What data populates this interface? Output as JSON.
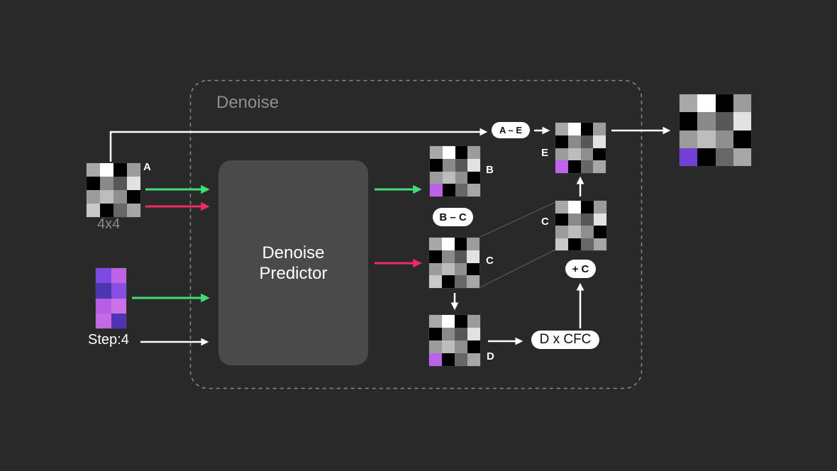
{
  "colors": {
    "background": "#292929",
    "container_border": "#8a8a8a",
    "container_label": "#8f8f8f",
    "predictor_fill": "#4a4a4a",
    "arrow_white": "#ffffff",
    "arrow_green": "#3fdd78",
    "arrow_pink": "#ee2a62",
    "pill_bg": "#ffffff",
    "pill_text": "#111111",
    "muted_text": "#8a8a8a",
    "connector": "#6e6e6e",
    "noise_purple": "#bb63e6",
    "output_purple": "#7340d8"
  },
  "labels": {
    "container": "Denoise",
    "predictor_line1": "Denoise",
    "predictor_line2": "Predictor",
    "input_size": "4x4",
    "step": "Step:4",
    "matrix_a": "A",
    "matrix_b": "B",
    "matrix_c": "C",
    "matrix_c_copy": "C",
    "matrix_d": "D",
    "matrix_e": "E"
  },
  "pills": {
    "a_minus_e": "A – E",
    "b_minus_c": "B – C",
    "plus_c": "+ C",
    "d_x_cfc": "D x CFC"
  },
  "grids": {
    "a": {
      "cells": [
        [
          "#a8a8a8",
          "#ffffff",
          "#000000",
          "#9c9c9c"
        ],
        [
          "#000000",
          "#8a8a8a",
          "#575757",
          "#e2e2e2"
        ],
        [
          "#9c9c9c",
          "#bcbcbc",
          "#8f8f8f",
          "#000000"
        ],
        [
          "#c9c9c9",
          "#000000",
          "#676767",
          "#a6a6a6"
        ]
      ]
    },
    "b": {
      "cells": [
        [
          "#a8a8a8",
          "#ffffff",
          "#000000",
          "#9c9c9c"
        ],
        [
          "#000000",
          "#8a8a8a",
          "#575757",
          "#e2e2e2"
        ],
        [
          "#9c9c9c",
          "#bcbcbc",
          "#8f8f8f",
          "#000000"
        ],
        [
          "#bb63e6",
          "#000000",
          "#676767",
          "#a6a6a6"
        ]
      ]
    },
    "c": {
      "cells": [
        [
          "#a8a8a8",
          "#ffffff",
          "#000000",
          "#9c9c9c"
        ],
        [
          "#000000",
          "#8a8a8a",
          "#575757",
          "#e2e2e2"
        ],
        [
          "#9c9c9c",
          "#bcbcbc",
          "#8f8f8f",
          "#000000"
        ],
        [
          "#c9c9c9",
          "#000000",
          "#676767",
          "#a6a6a6"
        ]
      ]
    },
    "c2": {
      "cells": [
        [
          "#a8a8a8",
          "#ffffff",
          "#000000",
          "#9c9c9c"
        ],
        [
          "#000000",
          "#8a8a8a",
          "#575757",
          "#e2e2e2"
        ],
        [
          "#9c9c9c",
          "#bcbcbc",
          "#8f8f8f",
          "#000000"
        ],
        [
          "#c9c9c9",
          "#000000",
          "#676767",
          "#a6a6a6"
        ]
      ]
    },
    "d": {
      "cells": [
        [
          "#a8a8a8",
          "#ffffff",
          "#000000",
          "#9c9c9c"
        ],
        [
          "#000000",
          "#8a8a8a",
          "#575757",
          "#e2e2e2"
        ],
        [
          "#9c9c9c",
          "#bcbcbc",
          "#8f8f8f",
          "#000000"
        ],
        [
          "#bb63e6",
          "#000000",
          "#676767",
          "#a6a6a6"
        ]
      ]
    },
    "e": {
      "cells": [
        [
          "#a8a8a8",
          "#ffffff",
          "#000000",
          "#9c9c9c"
        ],
        [
          "#000000",
          "#8a8a8a",
          "#575757",
          "#e2e2e2"
        ],
        [
          "#9c9c9c",
          "#bcbcbc",
          "#8f8f8f",
          "#000000"
        ],
        [
          "#bf63e8",
          "#000000",
          "#676767",
          "#a6a6a6"
        ]
      ]
    },
    "output": {
      "cells": [
        [
          "#a8a8a8",
          "#ffffff",
          "#000000",
          "#9c9c9c"
        ],
        [
          "#000000",
          "#8a8a8a",
          "#575757",
          "#e2e2e2"
        ],
        [
          "#9c9c9c",
          "#bcbcbc",
          "#8f8f8f",
          "#000000"
        ],
        [
          "#7340d8",
          "#000000",
          "#676767",
          "#a6a6a6"
        ]
      ]
    },
    "step": {
      "cells": [
        [
          "#7c4be1",
          "#bf64e4"
        ],
        [
          "#4b36b0",
          "#8a4fe2"
        ],
        [
          "#b75fe3",
          "#ca73e9"
        ],
        [
          "#c46ae7",
          "#4f35b6"
        ]
      ]
    }
  }
}
